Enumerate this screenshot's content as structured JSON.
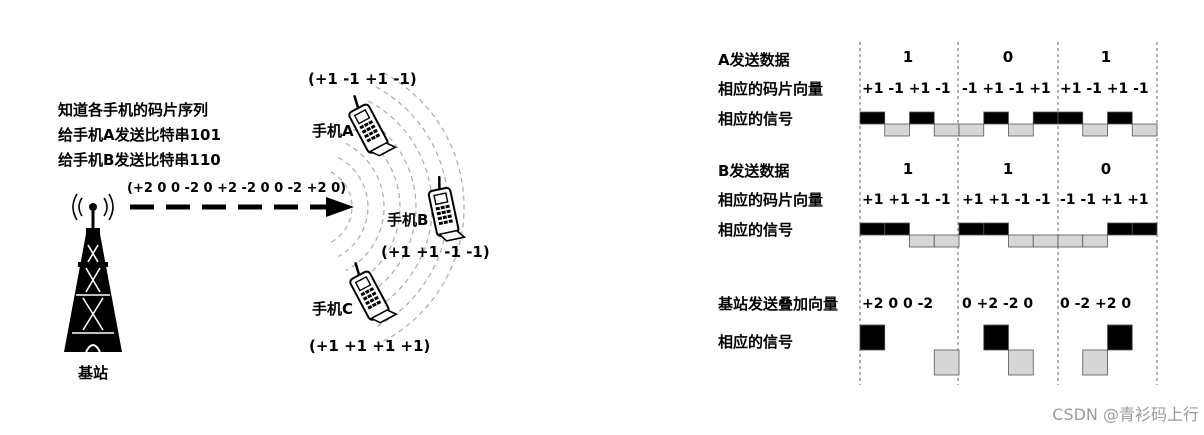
{
  "left": {
    "info_lines": [
      "知道各手机的码片序列",
      "给手机A发送比特串101",
      "给手机B发送比特串110"
    ],
    "broadcast_vector": "(+2 0 0 -2 0 +2 -2 0 0 -2 +2 0)",
    "station_label": "基站",
    "phone_a": {
      "label": "手机A",
      "code": "(+1 -1 +1 -1)"
    },
    "phone_b": {
      "label": "手机B",
      "code": "(+1 +1 -1 -1)"
    },
    "phone_c": {
      "label": "手机C",
      "code": "(+1 +1 +1 +1)"
    }
  },
  "right": {
    "a_data_label": "A发送数据",
    "a_bits": [
      "1",
      "0",
      "1"
    ],
    "a_code_label": "相应的码片向量",
    "a_chips": [
      "+1 -1 +1 -1",
      "-1 +1 -1 +1",
      "+1 -1 +1 -1"
    ],
    "a_signal_label": "相应的信号",
    "a_signal_values": [
      1,
      -1,
      1,
      -1,
      -1,
      1,
      -1,
      1,
      1,
      -1,
      1,
      -1
    ],
    "b_data_label": "B发送数据",
    "b_bits": [
      "1",
      "1",
      "0"
    ],
    "b_code_label": "相应的码片向量",
    "b_chips": [
      "+1 +1 -1 -1",
      "+1 +1 -1 -1",
      "-1 -1 +1 +1"
    ],
    "b_signal_label": "相应的信号",
    "b_signal_values": [
      1,
      1,
      -1,
      -1,
      1,
      1,
      -1,
      -1,
      -1,
      -1,
      1,
      1
    ],
    "sum_label": "基站发送叠加向量",
    "sum_values": [
      "+2 0 0 -2",
      "0 +2 -2 0",
      "0 -2 +2 0"
    ],
    "sum_signal_label": "相应的信号",
    "sum_signal_values": [
      2,
      0,
      0,
      -2,
      0,
      2,
      -2,
      0,
      0,
      -2,
      2,
      0
    ]
  },
  "watermark": "CSDN @青衫码上行",
  "colors": {
    "positive": "#000000",
    "negative": "#d6d6d6",
    "waves": "#aaaaaa"
  }
}
